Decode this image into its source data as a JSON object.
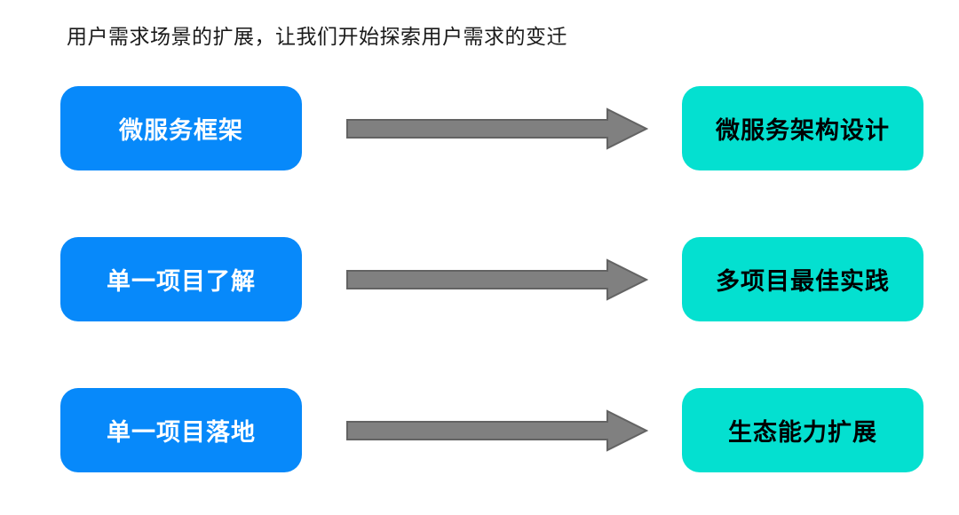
{
  "title": "用户需求场景的扩展，让我们开始探索用户需求的变迁",
  "colors": {
    "background": "#FFFFFF",
    "left_box": "#0789FA",
    "right_box": "#04E0D0",
    "left_box_text": "#FFFFFF",
    "right_box_text": "#000000",
    "arrow_fill": "#808080",
    "arrow_stroke": "#636363",
    "title_text": "#1A1A1A"
  },
  "rows": [
    {
      "from": "微服务框架",
      "to": "微服务架构设计"
    },
    {
      "from": "单一项目了解",
      "to": "多项目最佳实践"
    },
    {
      "from": "单一项目落地",
      "to": "生态能力扩展"
    }
  ]
}
